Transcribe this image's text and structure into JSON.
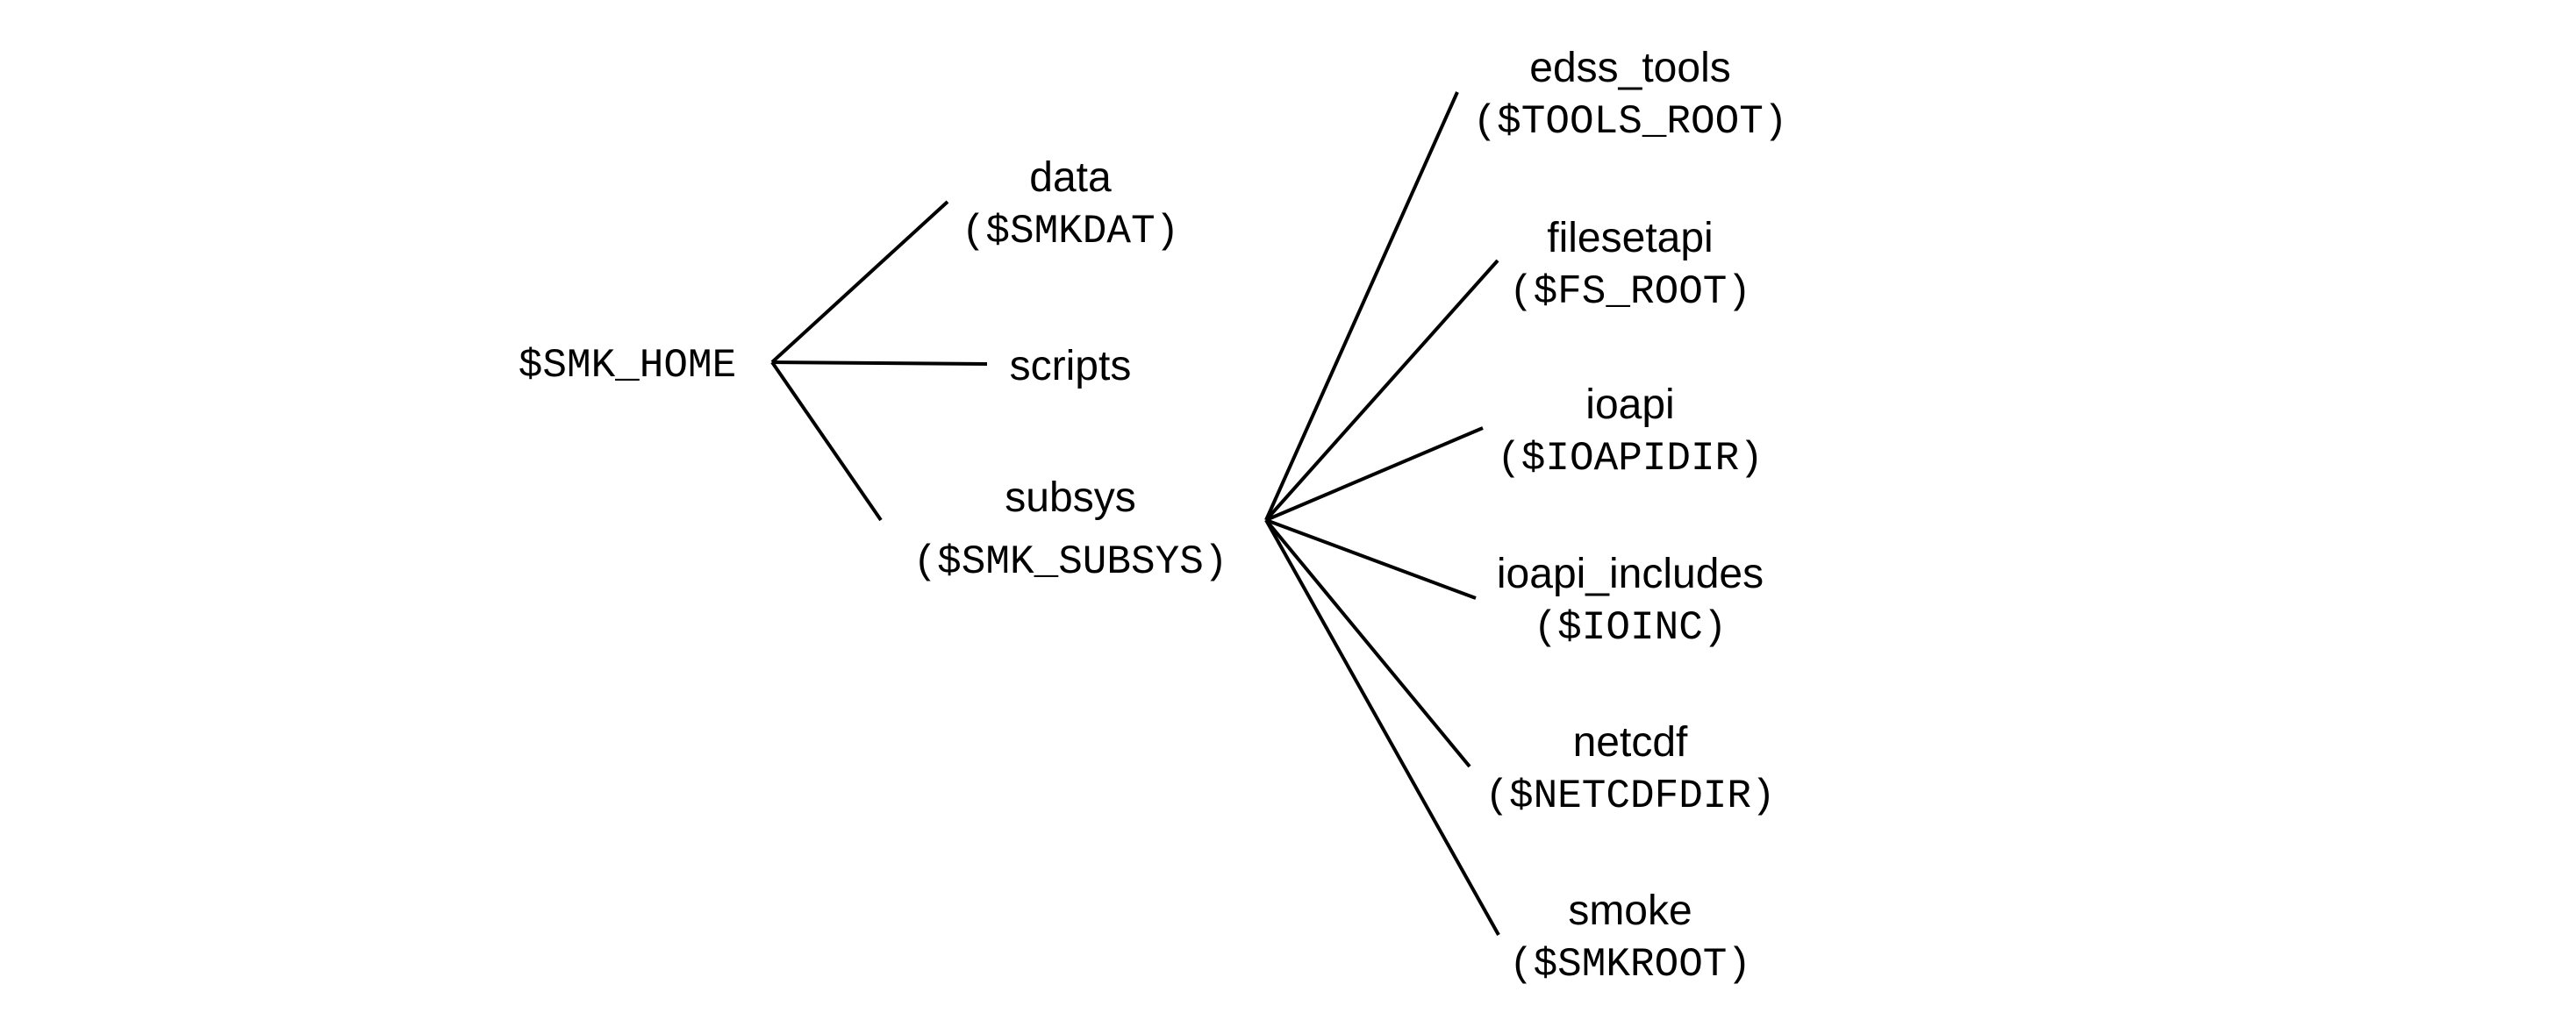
{
  "root": {
    "label": "$SMK_HOME"
  },
  "level1": [
    {
      "name": "data",
      "var": "($SMKDAT)"
    },
    {
      "name": "scripts",
      "var": ""
    },
    {
      "name": "subsys",
      "var": "($SMK_SUBSYS)"
    }
  ],
  "subsys_children": [
    {
      "name": "edss_tools",
      "var": "($TOOLS_ROOT)"
    },
    {
      "name": "filesetapi",
      "var": "($FS_ROOT)"
    },
    {
      "name": "ioapi",
      "var": "($IOAPIDIR)"
    },
    {
      "name": "ioapi_includes",
      "var": "($IOINC)"
    },
    {
      "name": "netcdf",
      "var": "($NETCDFDIR)"
    },
    {
      "name": "smoke",
      "var": "($SMKROOT)"
    }
  ]
}
